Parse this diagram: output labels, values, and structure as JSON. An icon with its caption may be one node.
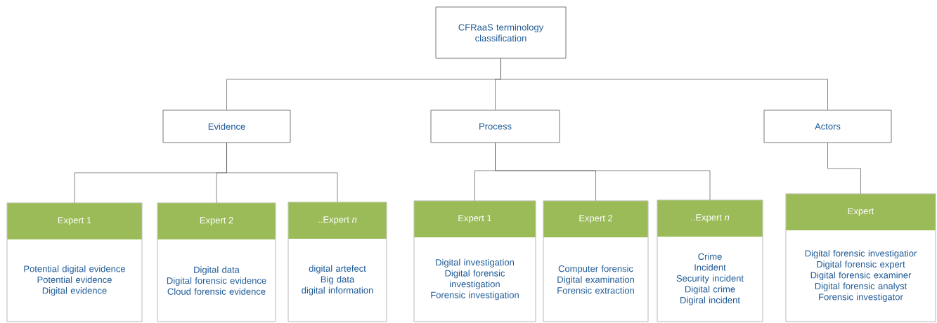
{
  "diagram": {
    "nodes": [
      {
        "text": [
          "CFRaaS terminology classification"
        ]
      },
      {
        "text": [
          "Evidence"
        ]
      },
      {
        "text": [
          "Process"
        ]
      },
      {
        "text": [
          "Actors"
        ]
      },
      {
        "text": [
          "Expert 1",
          "Potential digital evidence",
          "Potential evidence",
          "Digital evidence"
        ]
      },
      {
        "text": [
          "Expert 2",
          "Digital data",
          "Digital forensic evidence",
          "Cloud forensic evidence"
        ]
      },
      {
        "text": [
          "..Expert *n*",
          "digital artefect",
          "Big data",
          "digital information"
        ]
      },
      {
        "text": [
          "Expert 1",
          "Digital investigation",
          "Digital forensic investigation",
          "Forensic investigation"
        ]
      },
      {
        "text": [
          "Expert 2",
          "Computer forensic",
          "Digital examination",
          "Forensic extraction"
        ]
      },
      {
        "text": [
          "..Expert *n*",
          "Crime",
          "Incident",
          "Security incident",
          "Digital crime",
          "Digiral incident"
        ]
      },
      {
        "text": [
          "Expert",
          "Digital forensic investigatior",
          "Digital forensic expert",
          "Digital forensic examiner",
          "Digital forensic analyst",
          "Forensic investigator"
        ]
      }
    ],
    "edges": [
      {
        "from": 0,
        "to": 1,
        "arrow": "none"
      },
      {
        "from": 0,
        "to": 2,
        "arrow": "none"
      },
      {
        "from": 0,
        "to": 3,
        "arrow": "none"
      },
      {
        "from": 1,
        "to": 4,
        "arrow": "none"
      },
      {
        "from": 1,
        "to": 5,
        "arrow": "none"
      },
      {
        "from": 1,
        "to": 6,
        "arrow": "none"
      },
      {
        "from": 2,
        "to": 7,
        "arrow": "none"
      },
      {
        "from": 2,
        "to": 8,
        "arrow": "none"
      },
      {
        "from": 2,
        "to": 9,
        "arrow": "none"
      },
      {
        "from": 3,
        "to": 10,
        "arrow": "none"
      }
    ]
  }
}
